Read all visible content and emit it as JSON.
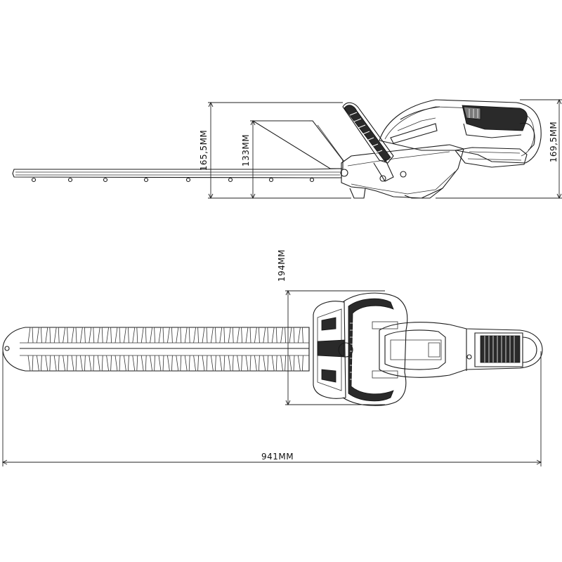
{
  "dimensions": {
    "overall_height": "169,5MM",
    "blade_height": "165,5MM",
    "blade_tip_height": "133MM",
    "width": "194MM",
    "overall_length": "941MM"
  }
}
